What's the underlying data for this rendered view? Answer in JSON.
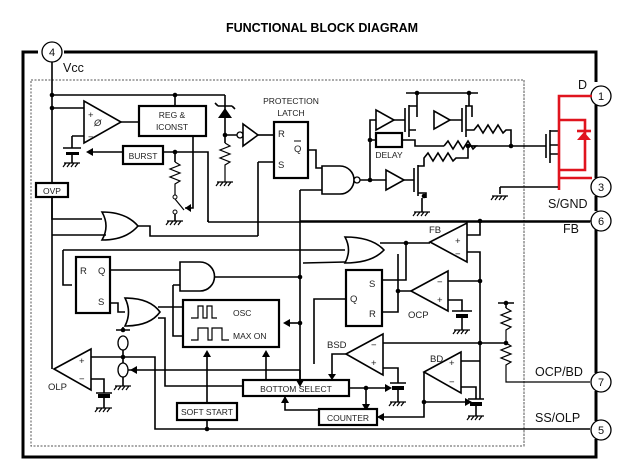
{
  "title": "FUNCTIONAL BLOCK DIAGRAM",
  "pins": [
    {
      "number": "1",
      "name": "D"
    },
    {
      "number": "3",
      "name": "S/GND"
    },
    {
      "number": "4",
      "name": "Vcc"
    },
    {
      "number": "5",
      "name": "SS/OLP"
    },
    {
      "number": "6",
      "name": "FB"
    },
    {
      "number": "7",
      "name": "OCP/BD"
    }
  ],
  "blocks": {
    "reg_line1": "REG &",
    "reg_line2": "ICONST",
    "burst": "BURST",
    "ovp": "OVP",
    "protection_line1": "PROTECTION",
    "protection_line2": "LATCH",
    "delay": "DELAY",
    "osc": "OSC",
    "max_on": "MAX  ON",
    "bottom_select": "BOTTOM  SELECT",
    "soft_start": "SOFT START",
    "counter": "COUNTER"
  },
  "comparators": {
    "fb": "FB",
    "ocp": "OCP",
    "bsd": "BSD",
    "bd": "BD",
    "olp": "OLP"
  },
  "flipflop_pins": {
    "r": "R",
    "s": "S",
    "q": "Q",
    "qbar": "Q"
  },
  "signs": {
    "plus": "+",
    "minus": "−"
  },
  "colors": {
    "mosfet_highlight": "#e0141e"
  }
}
